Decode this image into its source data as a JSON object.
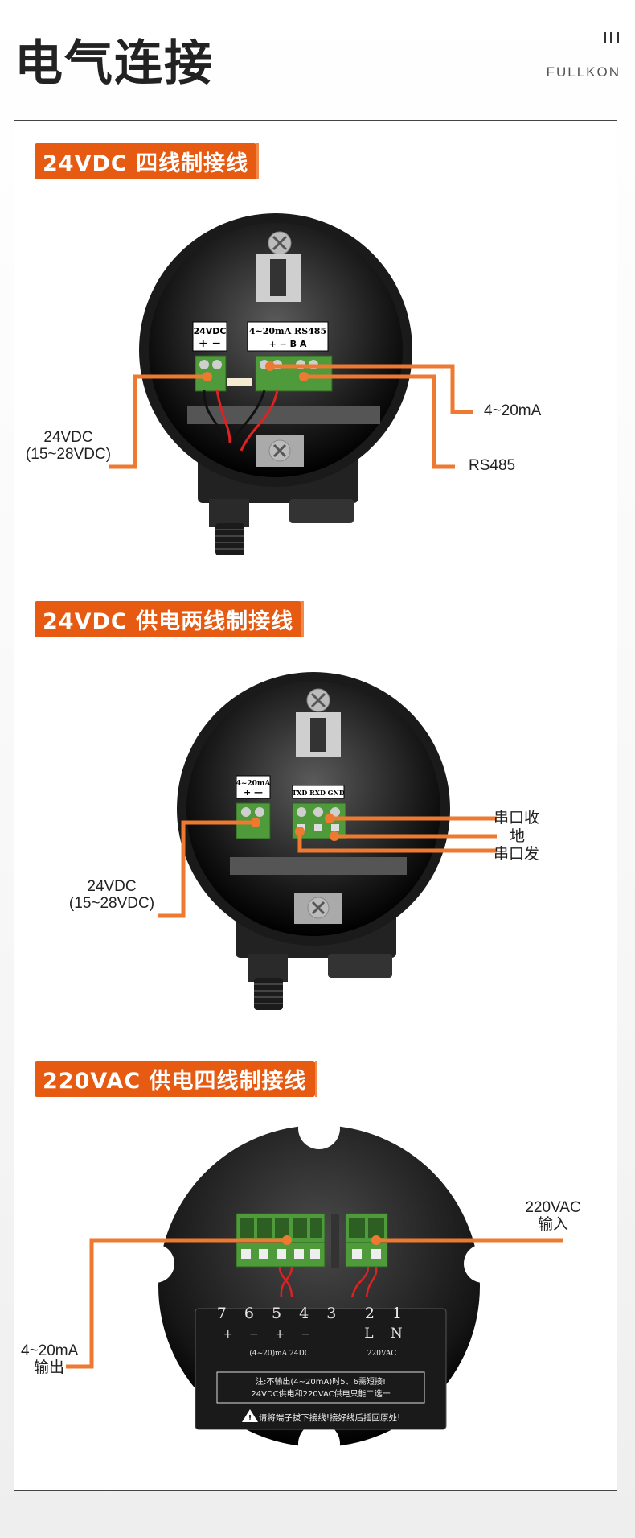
{
  "header": {
    "title": "电气连接",
    "brand": "FULLKON"
  },
  "sections": [
    {
      "label": "24VDC 四线制接线",
      "terminal_group_1": "24VDC",
      "terminal_group_1_pins": "+ −",
      "terminal_group_2": "4~20mA RS485",
      "terminal_group_2_pins": "+ −  B  A",
      "callouts": {
        "left_line1": "24VDC",
        "left_line2": "(15~28VDC)",
        "right_1": "4~20mA",
        "right_2": "RS485"
      }
    },
    {
      "label": "24VDC 供电两线制接线",
      "terminal_group_1": "4~20mA",
      "terminal_group_1_pins": "+ —",
      "terminal_group_2": "TXD  RXD  GND",
      "callouts": {
        "left_line1": "24VDC",
        "left_line2": "(15~28VDC)",
        "right_1": "串口收",
        "right_2": "地",
        "right_3": "串口发"
      }
    },
    {
      "label": "220VAC 供电四线制接线",
      "pin_numbers_left": "7 6 5 4 3",
      "pin_signs_left": "+ −  + −",
      "pin_group_labels": "(4~20)mA    24DC",
      "pin_numbers_right": "2 1",
      "pin_letters_right": "L N",
      "pin_group_right": "220VAC",
      "note_line1": "注:不输出(4~20mA)时5、6需短接!",
      "note_line2": "24VDC供电和220VAC供电只能二选一",
      "warning": "请将端子拔下接线!接好线后插回原处!",
      "callouts": {
        "left_line1": "4~20mA",
        "left_line2": "输出",
        "right_line1": "220VAC",
        "right_line2": "输入"
      }
    }
  ],
  "colors": {
    "accent": "#e65a12",
    "wire_line": "#ee7a32",
    "terminal_green": "#4f9a3a"
  }
}
